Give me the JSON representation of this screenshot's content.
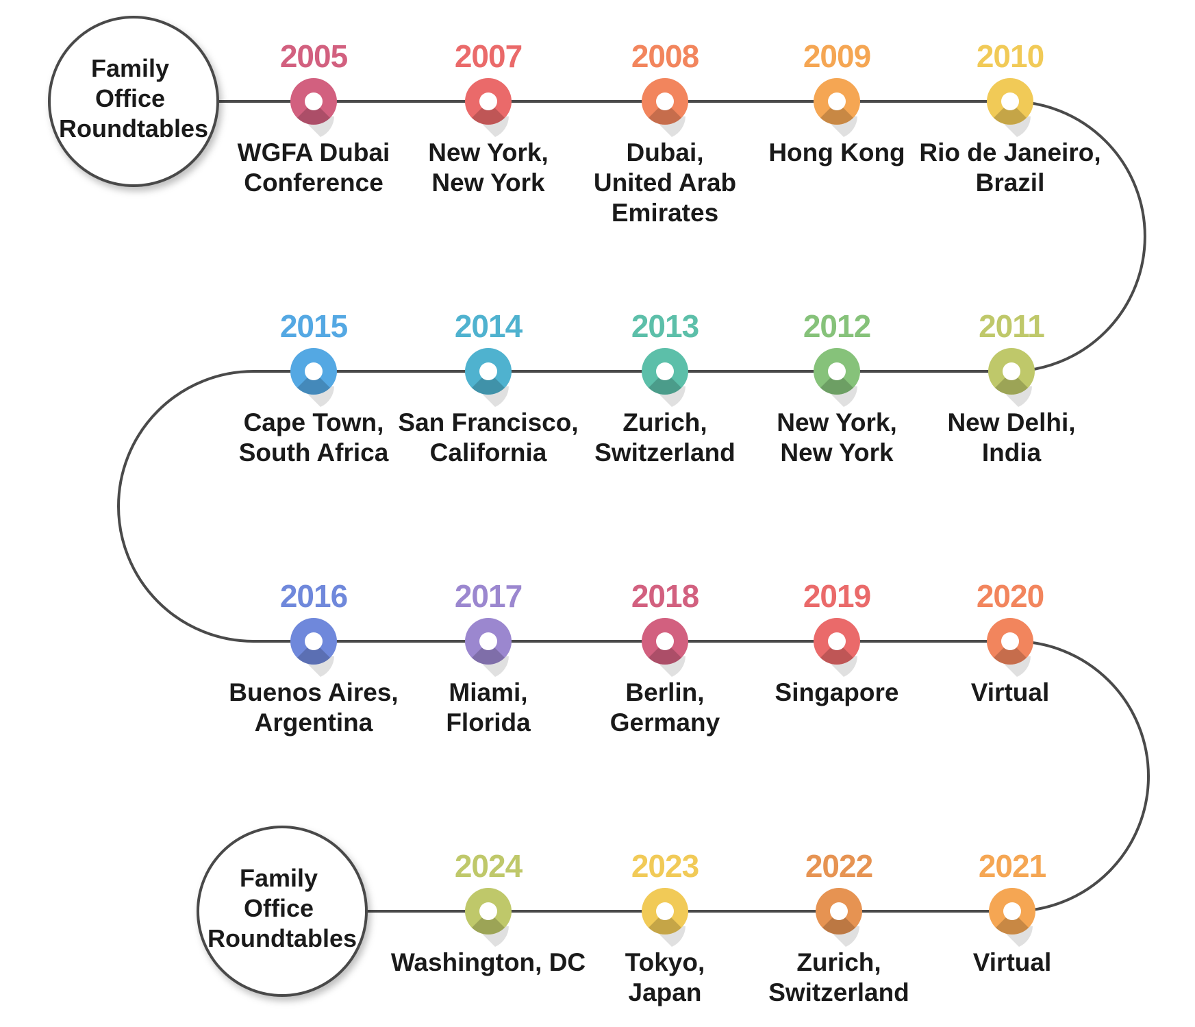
{
  "start_badge": {
    "lines": [
      "Family",
      "Office",
      "Roundtables"
    ]
  },
  "end_badge": {
    "lines": [
      "Family",
      "Office",
      "Roundtables"
    ]
  },
  "events": [
    {
      "year": "2005",
      "place": [
        "WGFA Dubai",
        "Conference"
      ],
      "color": "#d2607f"
    },
    {
      "year": "2007",
      "place": [
        "New York,",
        "New York"
      ],
      "color": "#ea6a6a"
    },
    {
      "year": "2008",
      "place": [
        "Dubai,",
        "United Arab",
        "Emirates"
      ],
      "color": "#f2855d"
    },
    {
      "year": "2009",
      "place": [
        "Hong Kong"
      ],
      "color": "#f5a653"
    },
    {
      "year": "2010",
      "place": [
        "Rio de Janeiro,",
        "Brazil"
      ],
      "color": "#f1ca57"
    },
    {
      "year": "2011",
      "place": [
        "New Delhi,",
        "India"
      ],
      "color": "#bfc86a"
    },
    {
      "year": "2012",
      "place": [
        "New York,",
        "New York"
      ],
      "color": "#86c27a"
    },
    {
      "year": "2013",
      "place": [
        "Zurich,",
        "Switzerland"
      ],
      "color": "#5cbfa9"
    },
    {
      "year": "2014",
      "place": [
        "San Francisco,",
        "California"
      ],
      "color": "#4fb2cf"
    },
    {
      "year": "2015",
      "place": [
        "Cape Town,",
        "South Africa"
      ],
      "color": "#54a8e3"
    },
    {
      "year": "2016",
      "place": [
        "Buenos Aires,",
        "Argentina"
      ],
      "color": "#6f88db"
    },
    {
      "year": "2017",
      "place": [
        "Miami,",
        "Florida"
      ],
      "color": "#9b87cf"
    },
    {
      "year": "2018",
      "place": [
        "Berlin,",
        "Germany"
      ],
      "color": "#d2607f"
    },
    {
      "year": "2019",
      "place": [
        "Singapore"
      ],
      "color": "#ea6a6a"
    },
    {
      "year": "2020",
      "place": [
        "Virtual"
      ],
      "color": "#f2855d"
    },
    {
      "year": "2021",
      "place": [
        "Virtual"
      ],
      "color": "#f5a653"
    },
    {
      "year": "2022",
      "place": [
        "Zurich,",
        "Switzerland"
      ],
      "color": "#e69352"
    },
    {
      "year": "2023",
      "place": [
        "Tokyo,",
        "Japan"
      ],
      "color": "#f1ca57"
    },
    {
      "year": "2024",
      "place": [
        "Washington, DC"
      ],
      "color": "#bfc86a"
    }
  ]
}
